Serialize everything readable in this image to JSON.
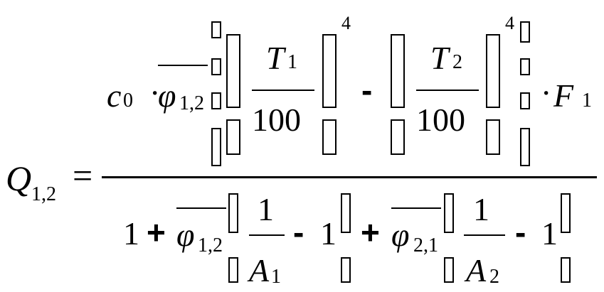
{
  "formula": {
    "lhs": {
      "symbol": "Q",
      "subscript": "1,2",
      "equals": "="
    },
    "numerator": {
      "c_symbol": "c",
      "c_subscript": "0",
      "dot1": "·",
      "phi": "φ",
      "phi_subscript": "1,2",
      "term1_numer_symbol": "T",
      "term1_numer_subscript": "1",
      "term1_denominator": "100",
      "exponent1": "4",
      "minus": "-",
      "term2_numer_symbol": "T",
      "term2_numer_subscript": "2",
      "term2_denominator": "100",
      "exponent2": "4",
      "dot2": "·",
      "f_symbol": "F",
      "f_subscript": "1"
    },
    "denominator": {
      "one_a": "1",
      "plus_a": "+",
      "phi_a": "φ",
      "phi_a_subscript": "1,2",
      "frac_a_numerator": "1",
      "frac_a_symbol": "A",
      "frac_a_subscript": "1",
      "minus_a": "-",
      "one_after_a": "1",
      "plus_b": "+",
      "phi_b": "φ",
      "phi_b_subscript": "2,1",
      "frac_b_numerator": "1",
      "frac_b_symbol": "A",
      "frac_b_subscript": "2",
      "minus_b": "-",
      "one_after_b": "1"
    }
  }
}
